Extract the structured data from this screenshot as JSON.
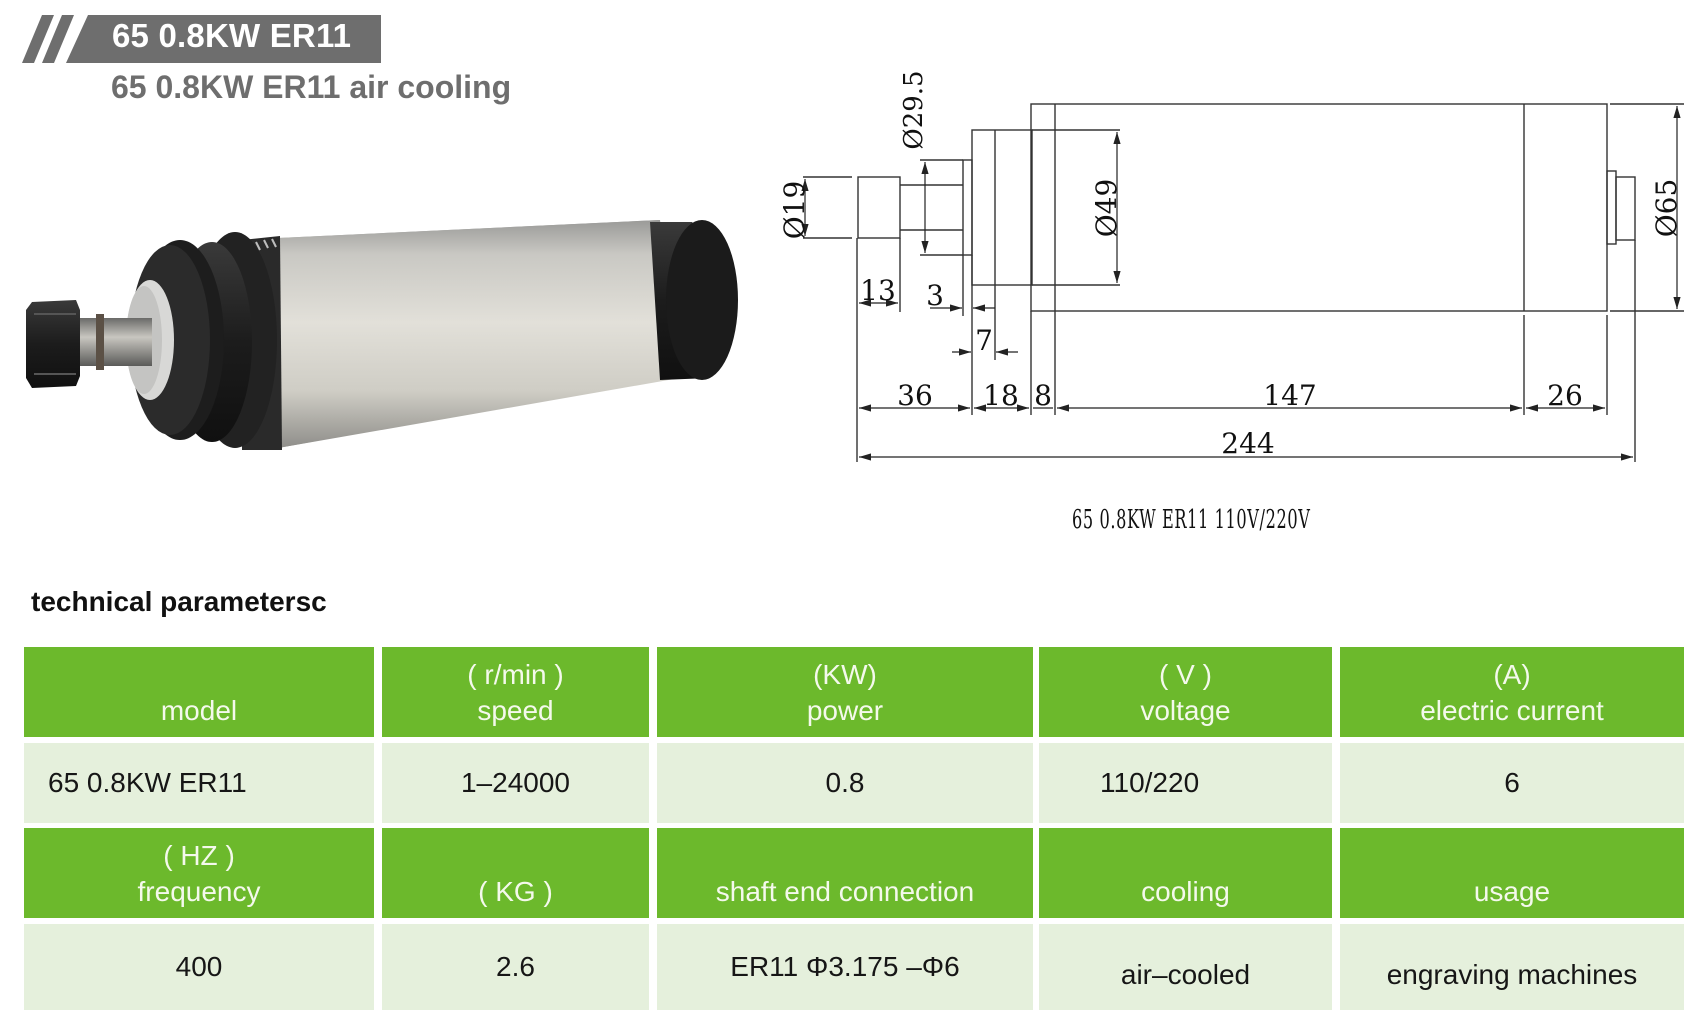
{
  "header": {
    "banner_title": "65 0.8KW ER11",
    "subtitle": "65 0.8KW ER11 air cooling",
    "accent_gray": "#6e6e6e"
  },
  "photo": {
    "subject": "air-cooled spindle motor with ER11 collet"
  },
  "drawing": {
    "diameters": {
      "shaft": "Ø19",
      "neck": "Ø29.5",
      "front_housing": "Ø49",
      "body": "Ø65"
    },
    "lengths": {
      "collet": "13",
      "flange": "3",
      "step": "7",
      "nose": "36",
      "front": "18",
      "ring": "8",
      "body": "147",
      "rear_cap": "26",
      "total": "244"
    },
    "caption": "65 0.8KW ER11 110V/220V"
  },
  "table": {
    "title": "technical parametersc",
    "header_color": "#6cb92c",
    "row_color": "#e5f0dc",
    "rows": [
      {
        "headers": [
          {
            "unit": "",
            "label": "model"
          },
          {
            "unit": "( r/min )",
            "label": "speed"
          },
          {
            "unit": "(KW)",
            "label": "power"
          },
          {
            "unit": "( V )",
            "label": "voltage"
          },
          {
            "unit": "(A)",
            "label": "electric current"
          }
        ],
        "values": [
          "65 0.8KW ER11",
          "1–24000",
          "0.8",
          "110/220",
          "6"
        ]
      },
      {
        "headers": [
          {
            "unit": "( HZ )",
            "label": "frequency"
          },
          {
            "unit": "",
            "label": "( KG )"
          },
          {
            "unit": "",
            "label": "shaft end connection"
          },
          {
            "unit": "",
            "label": "cooling"
          },
          {
            "unit": "",
            "label": "usage"
          }
        ],
        "values": [
          "400",
          "2.6",
          "ER11 Φ3.175 –Φ6",
          "air–cooled",
          "engraving machines"
        ]
      }
    ]
  }
}
